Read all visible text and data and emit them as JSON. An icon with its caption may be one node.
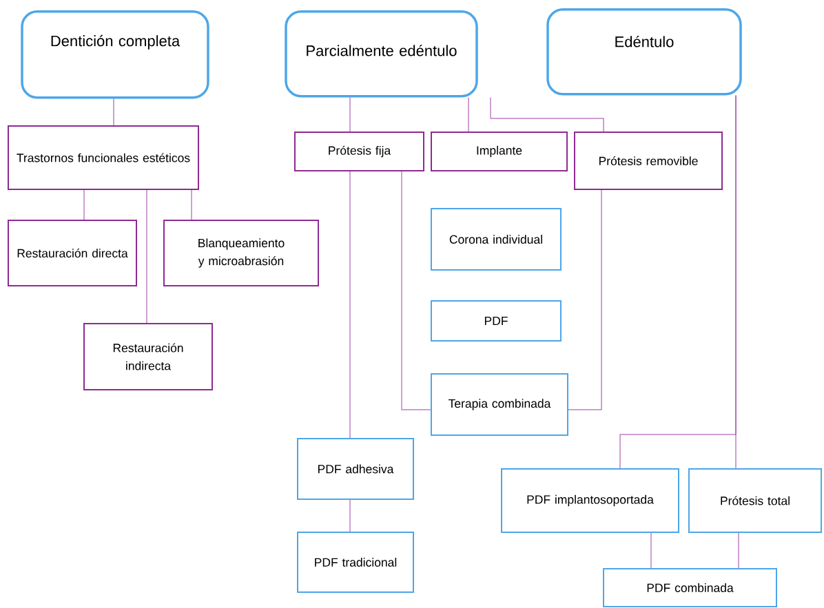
{
  "diagram": {
    "nodes": [
      {
        "text": [
          "Dentición completa"
        ]
      },
      {
        "text": [
          "Parcialmente edéntulo"
        ]
      },
      {
        "text": [
          "Edéntulo"
        ]
      },
      {
        "text": [
          "Trastornos funcionales estéticos"
        ]
      },
      {
        "text": [
          "Restauración directa"
        ]
      },
      {
        "text": [
          "Blanqueamiento y microabrasión"
        ]
      },
      {
        "text": [
          "Restauración indirecta"
        ]
      },
      {
        "text": [
          "Prótesis fija"
        ]
      },
      {
        "text": [
          "Implante"
        ]
      },
      {
        "text": [
          "Prótesis removible"
        ]
      },
      {
        "text": [
          "Corona individual"
        ]
      },
      {
        "text": [
          "PDF"
        ]
      },
      {
        "text": [
          "Terapia combinada"
        ]
      },
      {
        "text": [
          "PDF adhesiva"
        ]
      },
      {
        "text": [
          "PDF tradicional"
        ]
      },
      {
        "text": [
          "PDF implantosoportada"
        ]
      },
      {
        "text": [
          "Prótesis total"
        ]
      },
      {
        "text": [
          "PDF combinada"
        ]
      }
    ],
    "edges": [
      {
        "from": 0,
        "to": 3,
        "arrow": "none"
      },
      {
        "from": 3,
        "to": 4,
        "arrow": "none"
      },
      {
        "from": 3,
        "to": 6,
        "arrow": "none"
      },
      {
        "from": 3,
        "to": 5,
        "arrow": "none"
      },
      {
        "from": 1,
        "to": 7,
        "arrow": "none"
      },
      {
        "from": 1,
        "to": 8,
        "arrow": "none"
      },
      {
        "from": 1,
        "to": 9,
        "arrow": "none"
      },
      {
        "from": 7,
        "to": 13,
        "arrow": "none"
      },
      {
        "from": 7,
        "to": 12,
        "arrow": "none"
      },
      {
        "from": 9,
        "to": 12,
        "arrow": "none"
      },
      {
        "from": 13,
        "to": 14,
        "arrow": "none"
      },
      {
        "from": 2,
        "to": 16,
        "arrow": "none"
      },
      {
        "from": 2,
        "to": 15,
        "arrow": "none"
      },
      {
        "from": 15,
        "to": 17,
        "arrow": "none"
      },
      {
        "from": 16,
        "to": 17,
        "arrow": "none"
      }
    ]
  }
}
